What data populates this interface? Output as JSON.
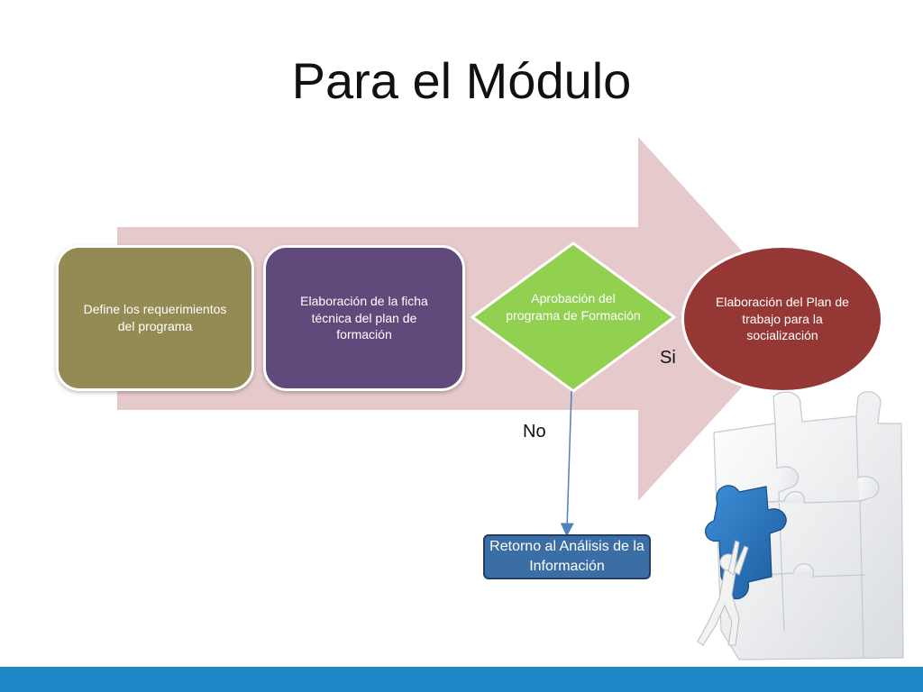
{
  "slide": {
    "title": "Para el Módulo",
    "accent_color": "#1f89c8"
  },
  "diagram": {
    "arrow_color": "#e6c9ca",
    "steps": [
      {
        "text": "Define los requerimientos del programa",
        "shape": "rounded-rectangle",
        "color": "#948a54"
      },
      {
        "text": "Elaboración de la ficha técnica del plan de formación",
        "shape": "rounded-rectangle",
        "color": "#604a7b"
      },
      {
        "text": "Aprobación del programa de Formación",
        "shape": "diamond",
        "color": "#92d050"
      },
      {
        "text": "Elaboración del  Plan de trabajo para la socialización",
        "shape": "ellipse",
        "color": "#953735"
      }
    ],
    "branch_yes_label": "Si",
    "branch_no_label": "No",
    "return_box": {
      "text": "Retorno al Análisis de la Información",
      "color": "#3a6ea5"
    }
  },
  "illustration": {
    "icon": "puzzle-figure-illustration"
  }
}
